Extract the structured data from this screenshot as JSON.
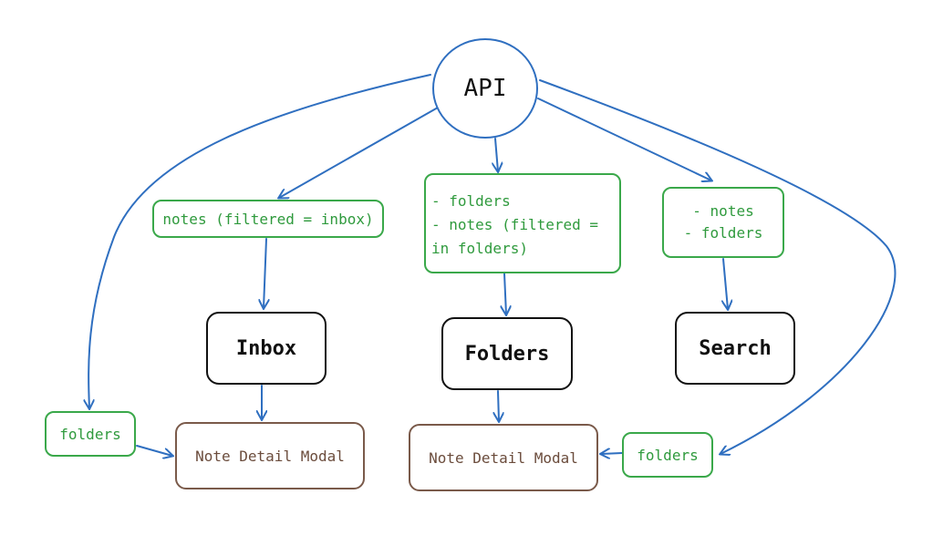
{
  "nodes": {
    "api": "API",
    "notes_inbox": "notes (filtered = inbox)",
    "folders_notes": {
      "line1": "- folders",
      "line2": "- notes (filtered =",
      "line3": "in folders)"
    },
    "search_data": {
      "line1": "- notes",
      "line2": "- folders"
    },
    "inbox": "Inbox",
    "folders_screen": "Folders",
    "search": "Search",
    "folders_left": "folders",
    "folders_right": "folders",
    "modal_left": "Note Detail Modal",
    "modal_right": "Note Detail Modal"
  },
  "colors": {
    "arrow": "#2f6fc0",
    "data_border": "#3aa84a",
    "data_text": "#2f9a3d",
    "screen_border": "#111111",
    "modal_border": "#7a5a4a",
    "modal_text": "#6b4c3c"
  }
}
